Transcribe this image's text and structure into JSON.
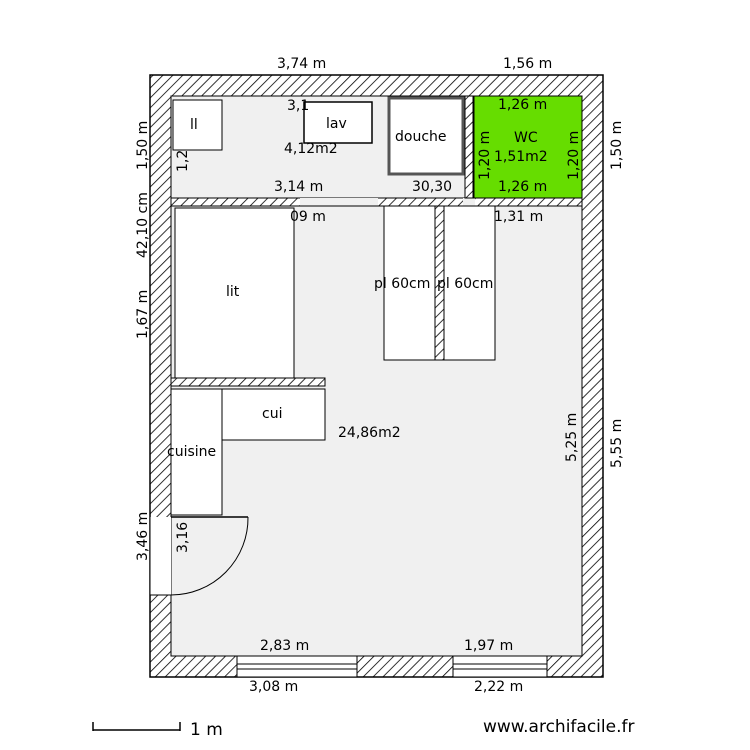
{
  "rooms": {
    "lit": "lit",
    "cui": "cui",
    "cuisine": "cuisine",
    "lav": "lav",
    "douche": "douche",
    "ll": "ll",
    "wc": "WC",
    "wc_area": "1,51m2",
    "placard1": "pl 60cm",
    "placard2": "pl 60cm",
    "main_area": "24,86m2",
    "bath_area": "4,12m2",
    "bath_partial": "3,1"
  },
  "dims": {
    "top_left": "3,74 m",
    "top_right": "1,56 m",
    "left_top": "1,50 m",
    "right_top": "1,50 m",
    "left_gap": "42,10 cm",
    "left_mid": "1,67 m",
    "left_bottom": "3,46 m",
    "left_inner_small": "1,2",
    "left_inner_bottom": "3,16",
    "right_inner": "5,25 m",
    "right_outer": "5,55 m",
    "wc_top": "1,26 m",
    "wc_bottom": "1,26 m",
    "wc_left": "1,20 m",
    "wc_right": "1,20 m",
    "bath_bottom": "3,14 m",
    "partition_short": "30,30",
    "under_partition": "09 m",
    "under_wc": "1,31 m",
    "bottom_inner_left": "2,83 m",
    "bottom_inner_right": "1,97 m",
    "bottom_outer_left": "3,08 m",
    "bottom_outer_right": "2,22 m"
  },
  "scale_label": "1 m",
  "watermark": "www.archifacile.fr",
  "colors": {
    "wc_fill": "#66dd00",
    "wall": "#000000",
    "room_fill": "#f0f0f0"
  }
}
